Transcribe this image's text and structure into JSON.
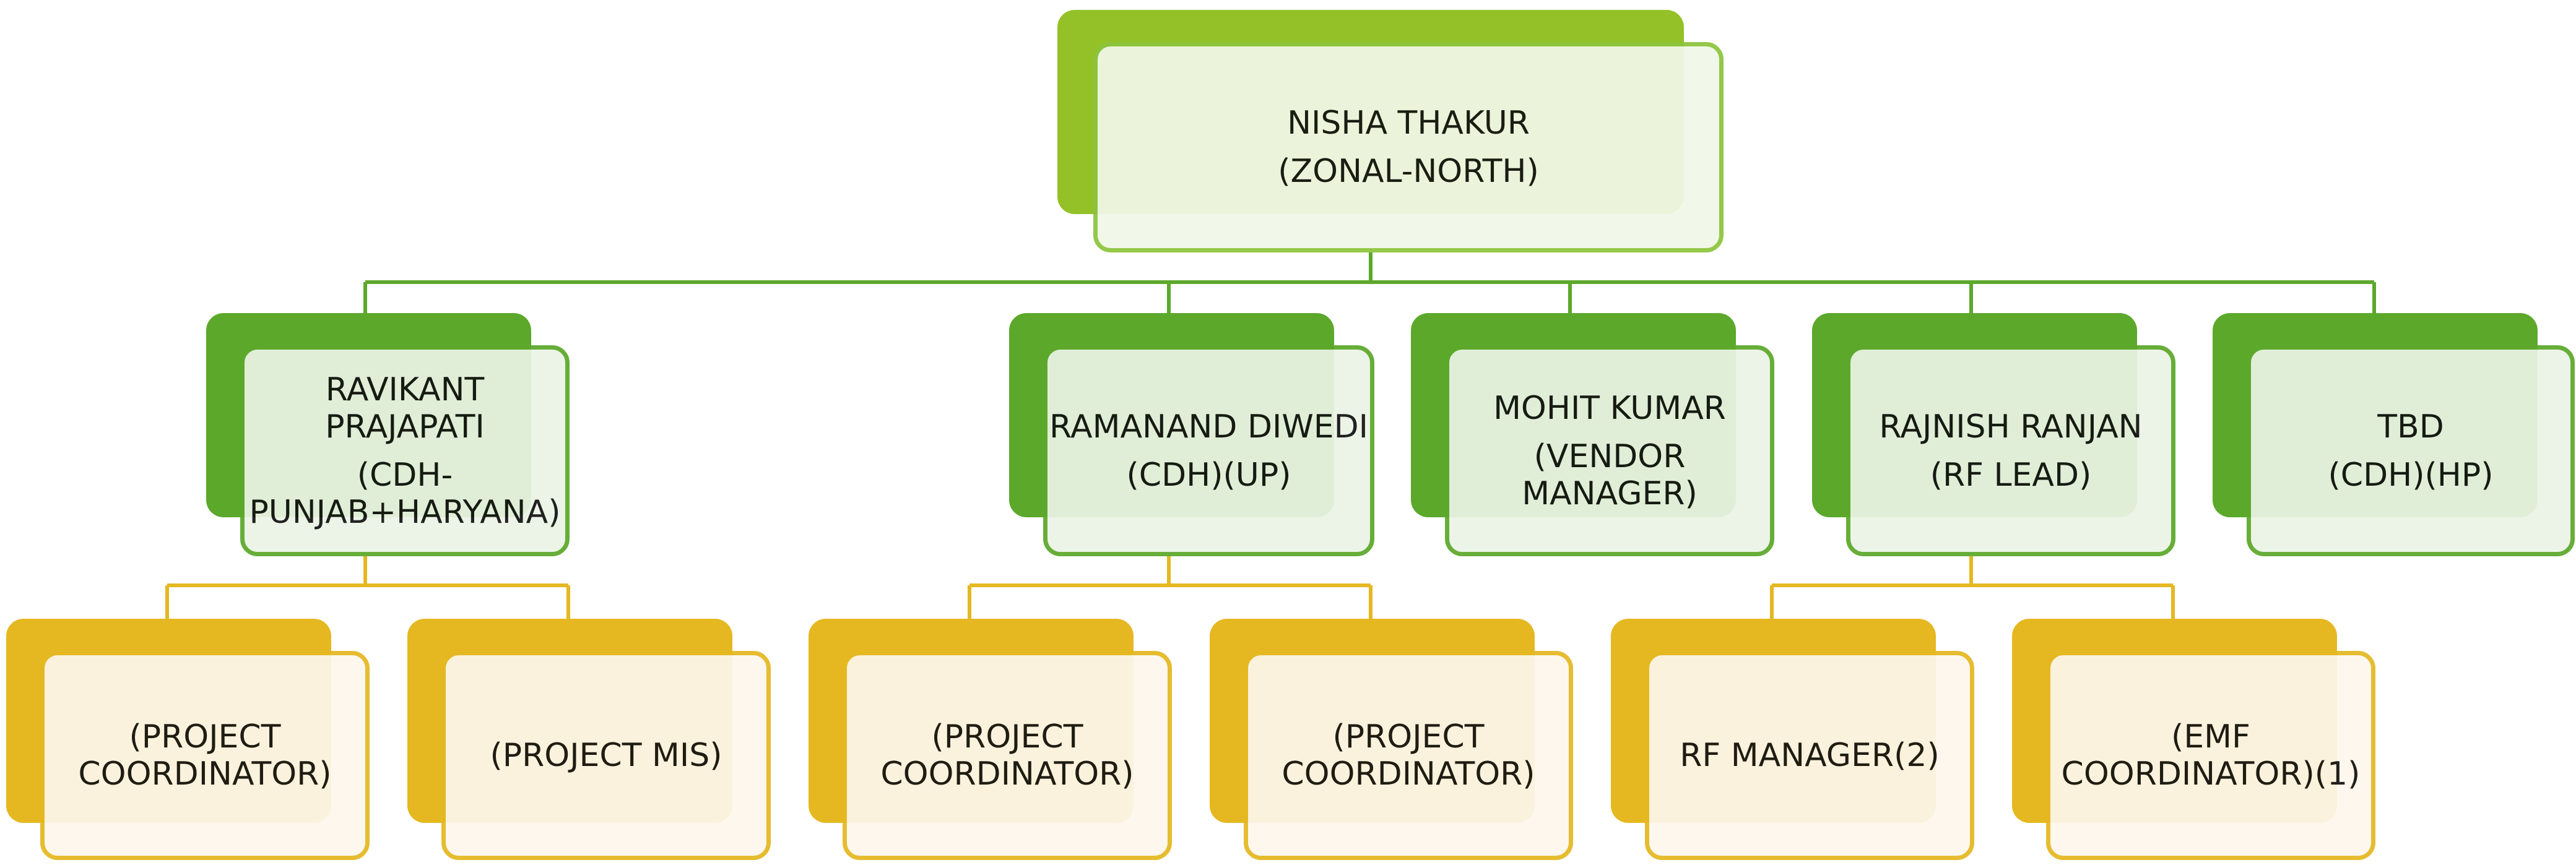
{
  "colors": {
    "root_back": "#93c127",
    "root_border": "#8cc43c",
    "root_fill": "#f2f8e8",
    "mid_back": "#5ca82b",
    "mid_border": "#5ca82b",
    "mid_fill": "#ebf4e6",
    "leaf_back": "#e5b821",
    "leaf_border": "#e5b821",
    "leaf_fill": "#fdf7ec",
    "line_green": "#5ca82b",
    "line_yellow": "#e5b821"
  },
  "root": {
    "name": "NISHA THAKUR",
    "role": "(ZONAL-NORTH)"
  },
  "managers": [
    {
      "name_line1": "RAVIKANT",
      "name_line2": "PRAJAPATI",
      "role_line1": "(CDH-",
      "role_line2": "PUNJAB+HARYANA)"
    },
    {
      "name": "RAMANAND DIWEDI",
      "role": "(CDH)(UP)"
    },
    {
      "name": "MOHIT KUMAR",
      "role_line1": "(VENDOR",
      "role_line2": "MANAGER)"
    },
    {
      "name": "RAJNISH RANJAN",
      "role": "(RF LEAD)"
    },
    {
      "name": "TBD",
      "role": "(CDH)(HP)"
    }
  ],
  "staff": [
    {
      "line1": "(PROJECT",
      "line2": "COORDINATOR)"
    },
    {
      "line1": "(PROJECT MIS)"
    },
    {
      "line1": "(PROJECT",
      "line2": "COORDINATOR)"
    },
    {
      "line1": "(PROJECT",
      "line2": "COORDINATOR)"
    },
    {
      "line1": "RF MANAGER(2)"
    },
    {
      "line1": "(EMF",
      "line2": "COORDINATOR)(1)"
    }
  ]
}
